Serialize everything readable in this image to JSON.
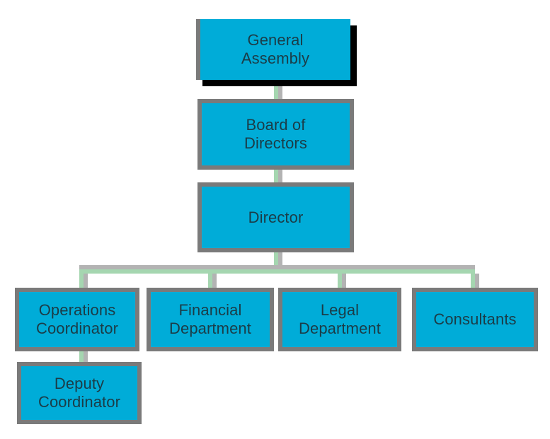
{
  "org_chart": {
    "type": "org-chart",
    "nodes": {
      "general_assembly": {
        "label": "General\nAssembly",
        "emphasized": true
      },
      "board_of_directors": {
        "label": "Board of\nDirectors",
        "emphasized": false
      },
      "director": {
        "label": "Director",
        "emphasized": false
      },
      "operations_coordinator": {
        "label": "Operations\nCoordinator",
        "emphasized": false
      },
      "financial_department": {
        "label": "Financial\nDepartment",
        "emphasized": false
      },
      "legal_department": {
        "label": "Legal\nDepartment",
        "emphasized": false
      },
      "consultants": {
        "label": "Consultants",
        "emphasized": false
      },
      "deputy_coordinator": {
        "label": "Deputy\nCoordinator",
        "emphasized": false
      }
    },
    "edges": [
      {
        "from": "general_assembly",
        "to": "board_of_directors"
      },
      {
        "from": "board_of_directors",
        "to": "director"
      },
      {
        "from": "director",
        "to": "operations_coordinator"
      },
      {
        "from": "director",
        "to": "financial_department"
      },
      {
        "from": "director",
        "to": "legal_department"
      },
      {
        "from": "director",
        "to": "consultants"
      },
      {
        "from": "operations_coordinator",
        "to": "deputy_coordinator"
      }
    ],
    "colors": {
      "background": "#ffffff",
      "node_fill": "#00acd8",
      "node_border": "#7a7a7a",
      "node_text": "#1b3c47",
      "connector_green": "#a5d6b0",
      "connector_gray": "#b3b3b3",
      "emphasis_shadow": "#000000"
    }
  }
}
